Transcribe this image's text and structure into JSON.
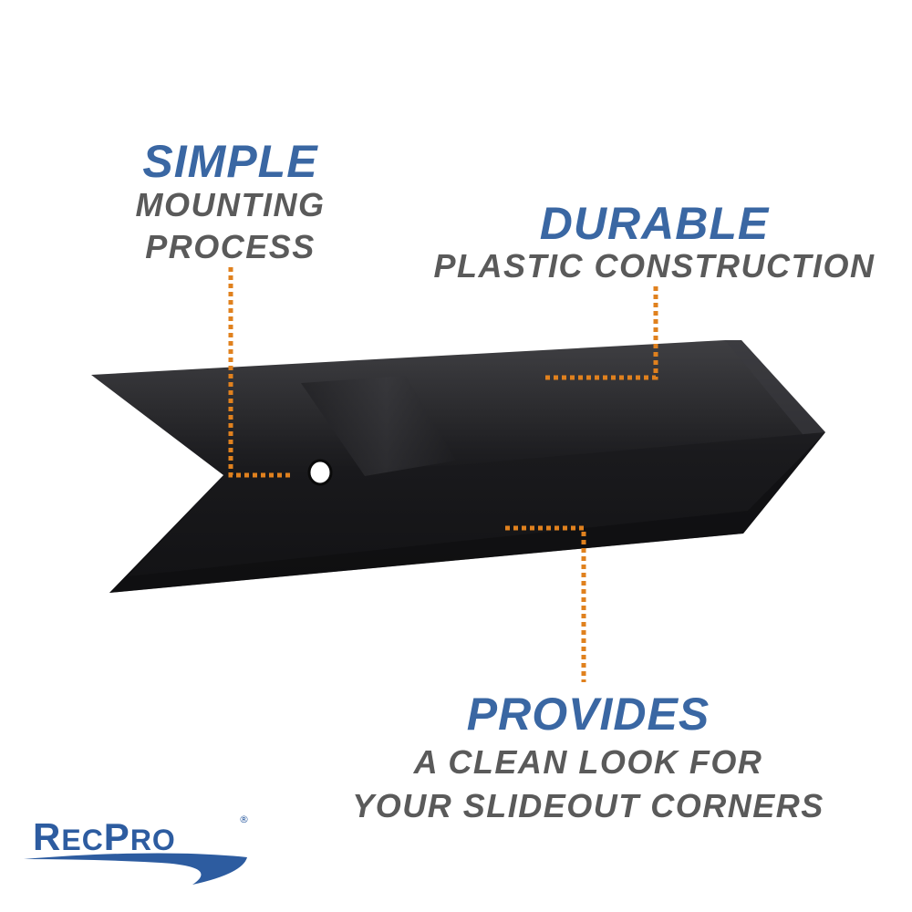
{
  "callouts": {
    "simple": {
      "headline": "SIMPLE",
      "line1": "MOUNTING",
      "line2": "PROCESS"
    },
    "durable": {
      "headline": "DURABLE",
      "line1": "PLASTIC CONSTRUCTION"
    },
    "provides": {
      "headline": "PROVIDES",
      "line1": "A CLEAN LOOK FOR",
      "line2": "YOUR SLIDEOUT CORNERS"
    }
  },
  "logo": {
    "first": "R",
    "first_rest": "EC",
    "second": "P",
    "second_rest": "RO",
    "mark": "®"
  },
  "colors": {
    "headline": "#3a67a3",
    "subtext": "#5a5a5a",
    "leader": "#e0811e",
    "product": "#1c1c1f"
  }
}
